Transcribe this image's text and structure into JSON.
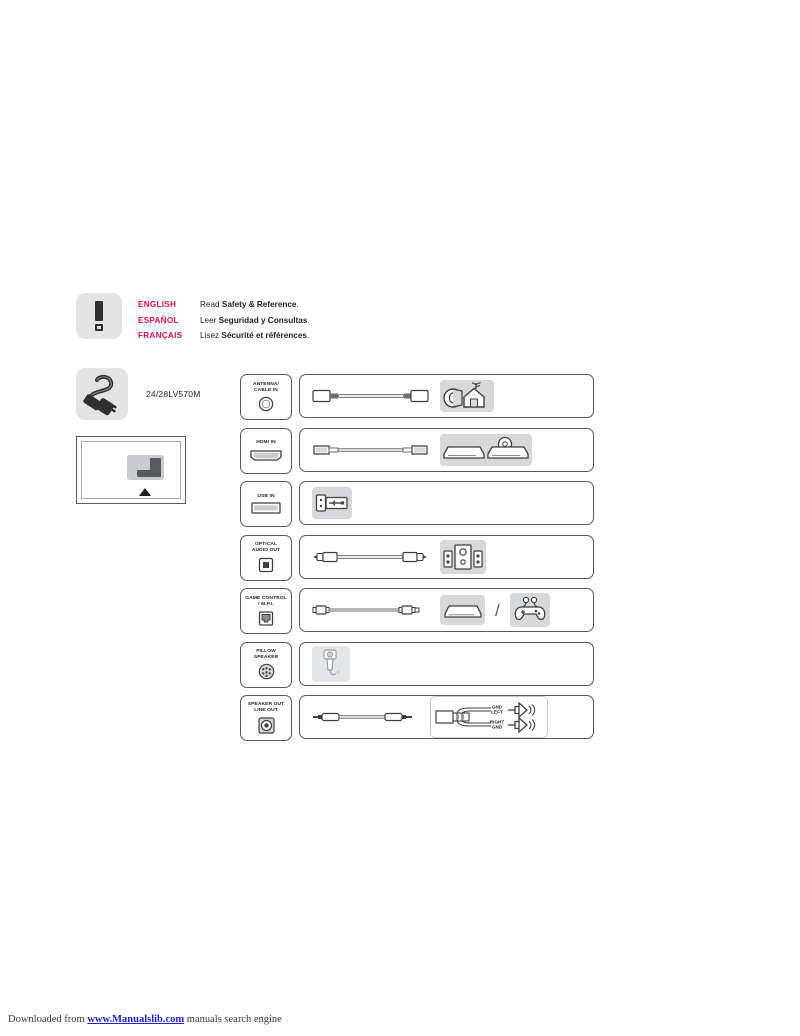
{
  "safety": {
    "icon": "exclamation-mark-icon",
    "languages": [
      {
        "name": "ENGLISH",
        "verb": "Read ",
        "doc": "Safety & Reference",
        "period": "."
      },
      {
        "name": "ESPAÑOL",
        "verb": "Leer ",
        "doc": "Seguridad y Consultas",
        "period": "."
      },
      {
        "name": "FRANÇAIS",
        "verb": "Lisez ",
        "doc": "Sécurité et références",
        "period": "."
      }
    ],
    "accent_color": "#d6135e"
  },
  "power": {
    "icon": "power-cord-icon",
    "model": "24/28LV570M"
  },
  "tv_figure": {
    "name": "tv-back-panel-illustration",
    "pointer": "up-triangle-arrow"
  },
  "connections": [
    {
      "port": "ANTENNA / CABLE IN",
      "port_label_lines": [
        "ANTENNA/",
        "CABLE IN"
      ],
      "port_icon": "coaxial-jack-icon",
      "cable": "coaxial-cable",
      "devices": [
        "cable-outlet-icon",
        "house-antenna-icon"
      ],
      "device_group": "single"
    },
    {
      "port": "HDMI IN",
      "port_label_lines": [
        "HDMI IN"
      ],
      "port_icon": "hdmi-port-icon",
      "cable": "hdmi-cable",
      "devices": [
        "set-top-box-icon",
        "disc-player-icon"
      ],
      "device_group": "single"
    },
    {
      "port": "USB IN",
      "port_label_lines": [
        "USB IN"
      ],
      "port_icon": "usb-port-icon",
      "cable": null,
      "devices": [
        "usb-flash-drive-icon"
      ],
      "device_group": "single"
    },
    {
      "port": "OPTICAL AUDIO OUT",
      "port_label_lines": [
        "OPTICAL",
        "AUDIO OUT"
      ],
      "port_icon": "optical-toslink-jack-icon",
      "cable": "optical-cable",
      "devices": [
        "speaker-system-icon"
      ],
      "device_group": "single"
    },
    {
      "port": "GAME CONTROL / M.P.I.",
      "port_label_lines": [
        "GAME CONTROL",
        "/ M.P.I."
      ],
      "port_icon": "rj-modular-jack-icon",
      "cable": "modular-cable",
      "devices": [
        "game-console-icon",
        "gamepad-icon"
      ],
      "device_group": "split",
      "separator": "/"
    },
    {
      "port": "PILLOW SPEAKER",
      "port_label_lines": [
        "PILLOW",
        "SPEAKER"
      ],
      "port_icon": "pillow-speaker-din-jack-icon",
      "cable": null,
      "devices": [
        "pillow-speaker-handset-icon"
      ],
      "device_group": "single"
    },
    {
      "port": "SPEAKER OUT LINE OUT",
      "port_label_lines": [
        "SPEAKER OUT",
        "LINE OUT"
      ],
      "port_icon": "line-out-jack-icon",
      "cable": "audio-jack-cable",
      "devices": [
        "speaker-wiring-diagram"
      ],
      "device_group": "diagram",
      "wiring_labels": {
        "top_upper": "GND",
        "top_lower": "LEFT",
        "bottom_upper": "RIGHT",
        "bottom_lower": "GND"
      }
    }
  ],
  "footer": {
    "prefix": "Downloaded from ",
    "link": "www.Manualslib.com",
    "suffix": " manuals search engine"
  }
}
